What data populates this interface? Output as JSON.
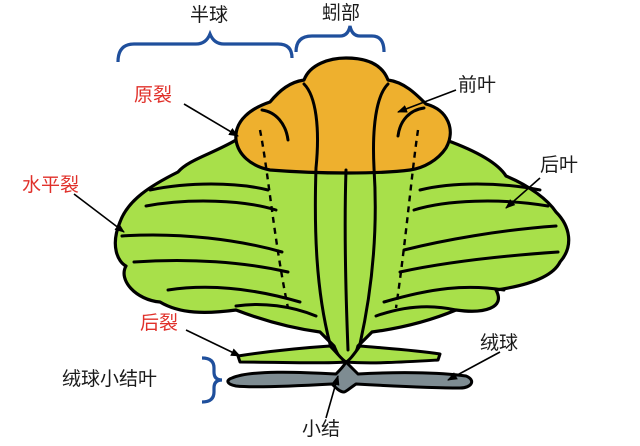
{
  "labels": {
    "hemisphere": "半球",
    "vermis": "蚓部",
    "anterior_lobe": "前叶",
    "primary_fissure": "原裂",
    "posterior_lobe": "后叶",
    "horizontal_fissure": "水平裂",
    "posterior_fissure": "后裂",
    "flocculus": "绒球",
    "flocculonodular_lobe": "绒球小结叶",
    "nodulus": "小结"
  },
  "colors": {
    "posterior_lobe_fill": "#a8e04a",
    "anterior_lobe_fill": "#eeb02e",
    "flocculonodular_fill": "#7e8c92",
    "outline": "#000000",
    "brace": "#1f4f9c",
    "fissure_label": "#e0302a",
    "text": "#1a1a1a"
  }
}
